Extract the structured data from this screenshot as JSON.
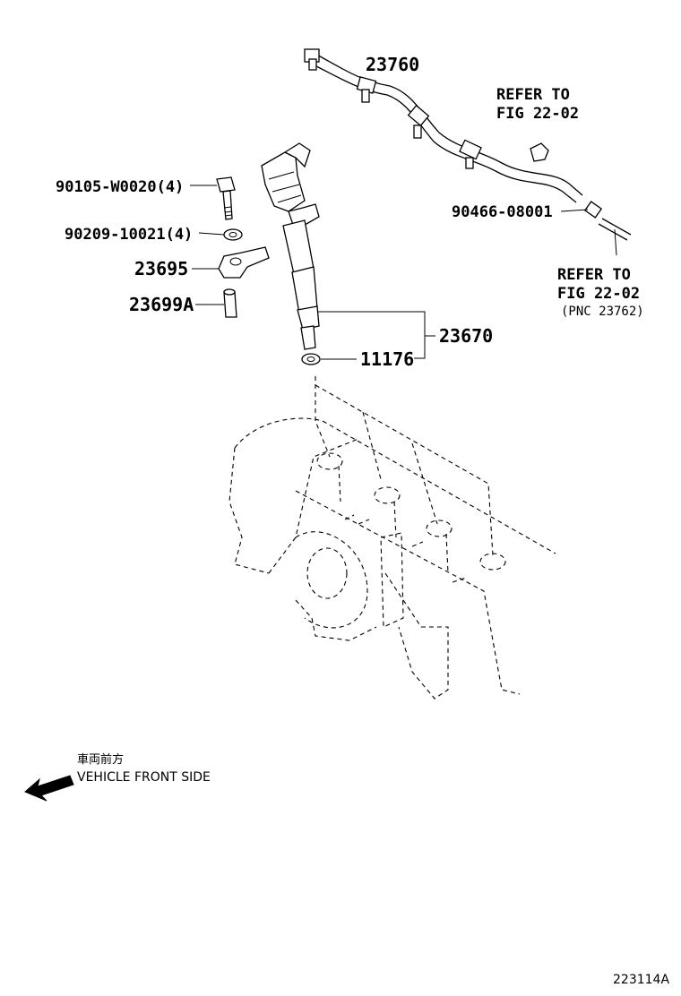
{
  "parts": {
    "p23760": "23760",
    "refer1_line1": "REFER TO",
    "refer1_line2": "FIG 22-02",
    "p90466": "90466-08001",
    "refer2_line1": "REFER TO",
    "refer2_line2": "FIG 22-02",
    "refer2_pnc": "(PNC 23762)",
    "p90105": "90105-W0020(4)",
    "p90209": "90209-10021(4)",
    "p23695": "23695",
    "p23699a": "23699A",
    "p23670": "23670",
    "p11176": "11176"
  },
  "direction": {
    "japanese": "車両前方",
    "english": "VEHICLE FRONT SIDE"
  },
  "figure_id": "223114A"
}
